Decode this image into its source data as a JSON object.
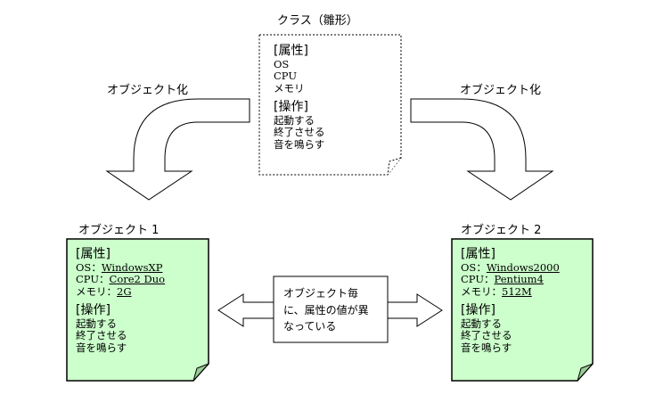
{
  "class_box": {
    "title": "クラス（雛形）",
    "attr_heading": "[属性]",
    "attrs": [
      "OS",
      "CPU",
      "メモリ"
    ],
    "ops_heading": "[操作]",
    "ops": [
      "起動する",
      "終了させる",
      "音を鳴らす"
    ]
  },
  "arrow_left_label": "オブジェクト化",
  "arrow_right_label": "オブジェクト化",
  "object1": {
    "title": "オブジェクト 1",
    "attr_heading": "[属性]",
    "attrs": [
      {
        "key": "OS",
        "sep": "：",
        "value": "WindowsXP"
      },
      {
        "key": "CPU",
        "sep": "：",
        "value": "Core2 Duo"
      },
      {
        "key": "メモリ",
        "sep": "：",
        "value": "2G"
      }
    ],
    "ops_heading": "[操作]",
    "ops": [
      "起動する",
      "終了させる",
      "音を鳴らす"
    ]
  },
  "object2": {
    "title": "オブジェクト 2",
    "attr_heading": "[属性]",
    "attrs": [
      {
        "key": "OS",
        "sep": "：",
        "value": "Windows2000"
      },
      {
        "key": "CPU",
        "sep": "：",
        "value": "Pentium4"
      },
      {
        "key": "メモリ",
        "sep": "：",
        "value": "512M"
      }
    ],
    "ops_heading": "[操作]",
    "ops": [
      "起動する",
      "終了させる",
      "音を鳴らす"
    ]
  },
  "callout_lines": [
    "オブジェクト毎",
    "に、属性の値が異",
    "なっている"
  ],
  "colors": {
    "note_fill": "#ccffcc",
    "fold_fill": "#99cc99"
  }
}
